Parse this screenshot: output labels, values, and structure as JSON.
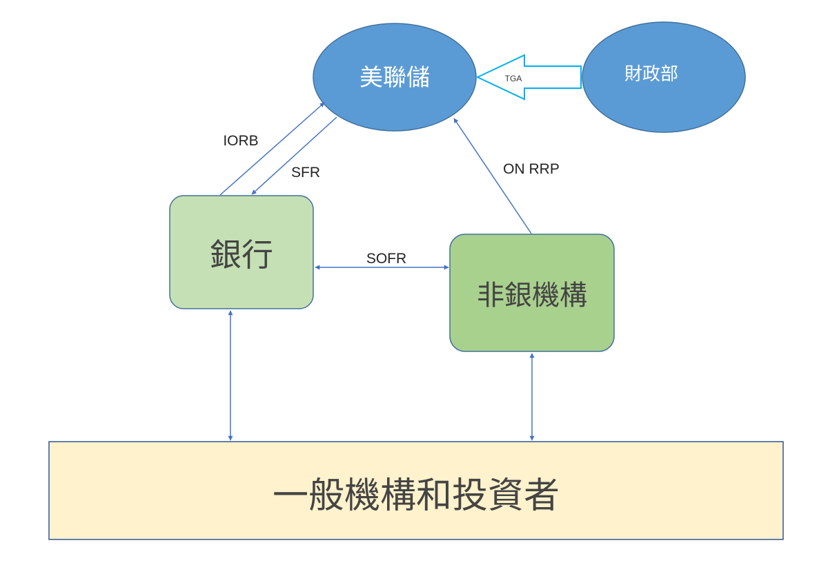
{
  "nodes": {
    "fed": {
      "label": "美聯儲",
      "fill": "#5b9bd5",
      "stroke": "#41719c",
      "text_color": "#ffffff"
    },
    "treasury": {
      "label": "財政部",
      "fill": "#5b9bd5",
      "stroke": "#41719c",
      "text_color": "#ffffff"
    },
    "bank": {
      "label": "銀行",
      "fill": "#c5e0b4",
      "stroke": "#41719c",
      "text_color": "#444444"
    },
    "nonbank": {
      "label": "非銀機構",
      "fill": "#a9d18e",
      "stroke": "#41719c",
      "text_color": "#444444"
    },
    "investors": {
      "label": "一般機構和投資者",
      "fill": "#fff2cc",
      "stroke": "#2f5597",
      "text_color": "#444444"
    }
  },
  "edges": {
    "tga": {
      "label": "TGA"
    },
    "iorb": {
      "label": "IORB"
    },
    "sfr": {
      "label": "SFR"
    },
    "on_rrp": {
      "label": "ON RRP"
    },
    "sofr": {
      "label": "SOFR"
    }
  },
  "colors": {
    "connector": "#4472c4",
    "tga_arrow": "#00b0f0"
  }
}
